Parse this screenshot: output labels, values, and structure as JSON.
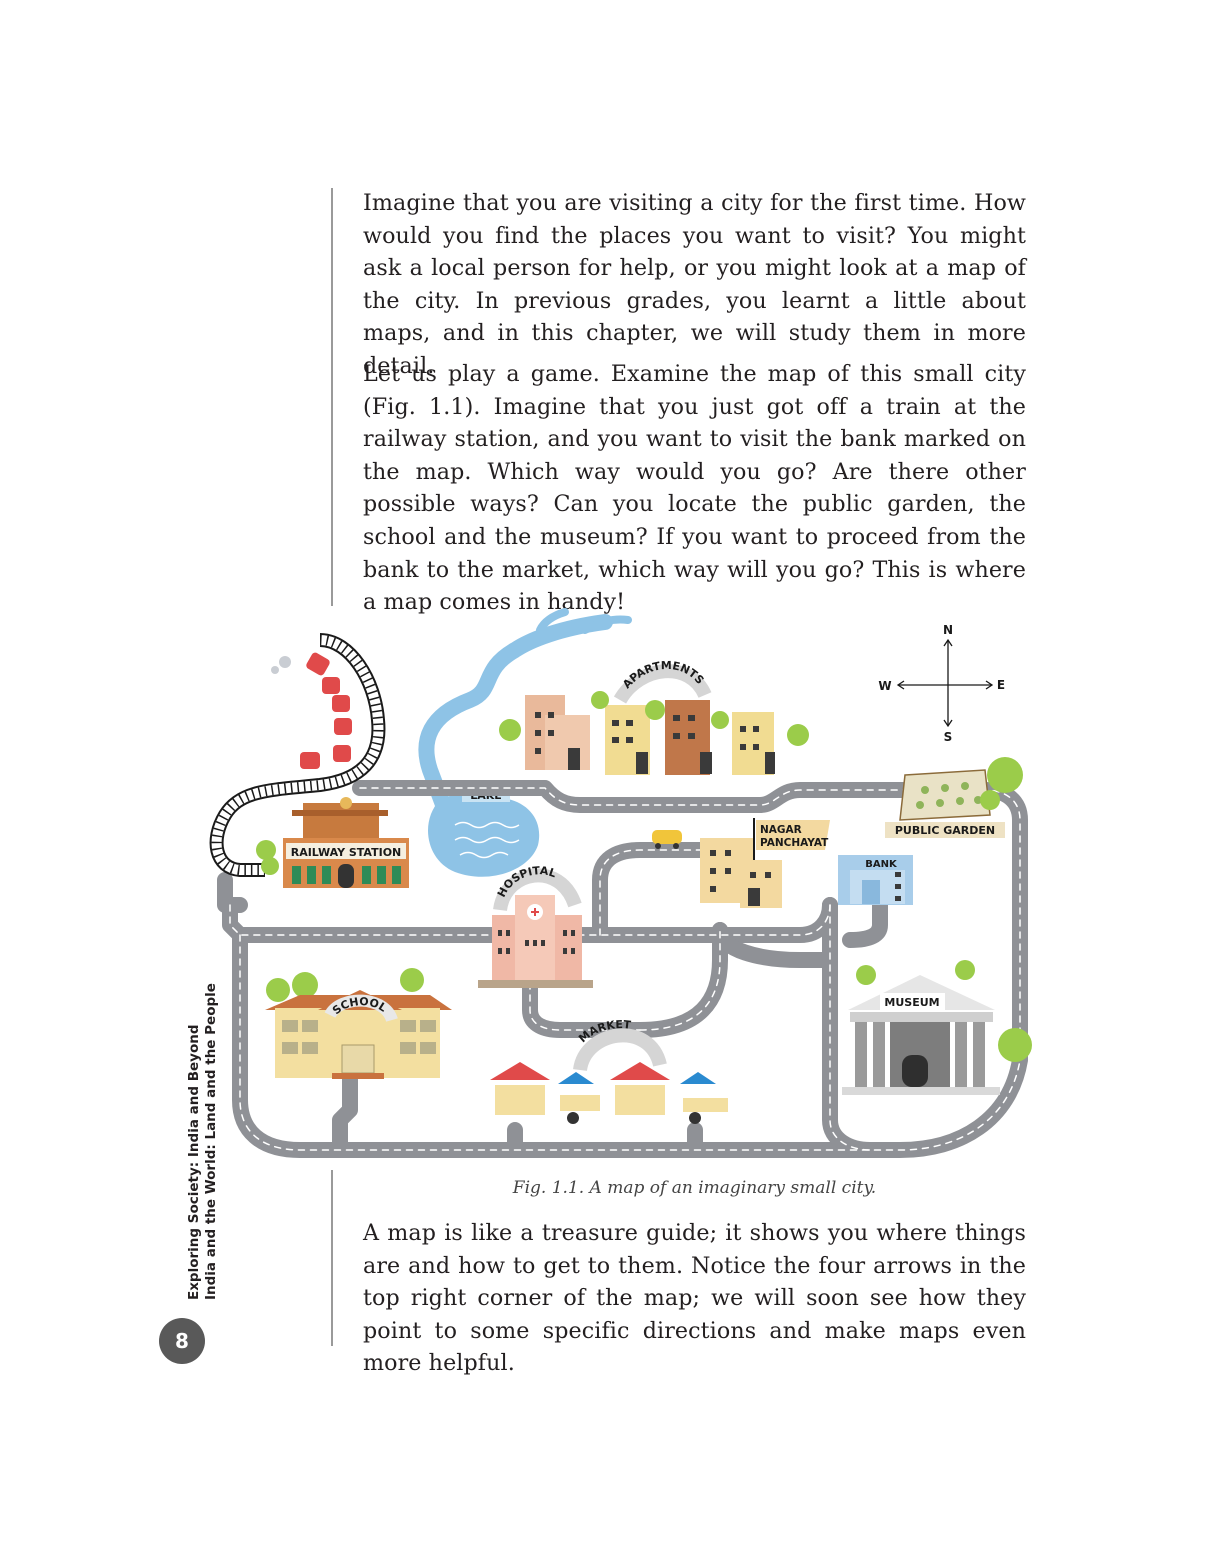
{
  "paragraphs": [
    "Imagine that you are visiting a city for the first time. How would you find the places you want to visit? You might ask a local person for help, or you might look at a map of the city. In previous grades, you learnt a little about maps, and in this chapter, we will study them in more detail.",
    "Let us play a game. Examine the map of this small city (Fig. 1.1). Imagine that you just got off a train at the railway station, and you want to visit the bank marked on the map. Which way would you go? Are there other possible ways? Can you locate the public garden, the school and the museum? If you want to proceed from the bank to the market, which way will you go? This is where a map comes in handy!",
    "A map is like a treasure guide; it shows you where things are and how to get to them. Notice the four arrows in the top right corner of the map; we will soon see how they point to some specific directions and make maps even more helpful."
  ],
  "figure": {
    "caption": "Fig. 1.1. A map of an imaginary small city.",
    "labels": {
      "apartments": "APARTMENTS",
      "lake": "LAKE",
      "railway_station": "RAILWAY STATION",
      "hospital": "HOSPITAL",
      "nagar_panchayat_1": "NAGAR",
      "nagar_panchayat_2": "PANCHAYAT",
      "public_garden": "PUBLIC GARDEN",
      "bank": "BANK",
      "school": "SCHOOL",
      "market": "MARKET",
      "museum": "MUSEUM"
    },
    "compass": {
      "n": "N",
      "s": "S",
      "e": "E",
      "w": "W"
    }
  },
  "sidebar": {
    "book_line1": "Exploring Society: India and Beyond",
    "book_line2": "India and the World: Land and the People",
    "page_number": "8"
  },
  "colors": {
    "road": "#8f9196",
    "lake": "#8ec3e6",
    "tree": "#9bcc4a",
    "text": "#231f20"
  }
}
